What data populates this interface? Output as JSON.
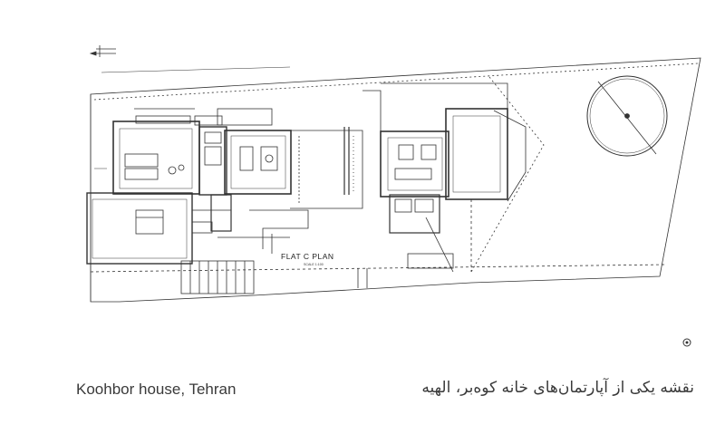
{
  "drawing": {
    "plan_title": "FLAT C PLAN",
    "scale_note": "SCALE 1:100"
  },
  "captions": {
    "english": "Koohbor house, Tehran",
    "persian": "نقشه یکی از آپارتمان‌های خانه کوه‌بر، الهیه"
  }
}
